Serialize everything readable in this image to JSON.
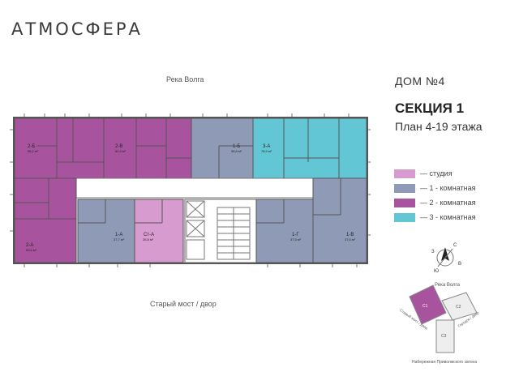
{
  "brand": {
    "logo": "АТМОСФЕРА"
  },
  "labels": {
    "river_top": "Река Волга",
    "bottom": "Старый мост / двор"
  },
  "header": {
    "house": "ДОМ №4",
    "section": "СЕКЦИЯ 1",
    "plan": "План 4-19 этажа"
  },
  "legend": [
    {
      "label": "— студия",
      "color": "#d89bd0"
    },
    {
      "label": "— 1 - комнатная",
      "color": "#8f9bb6"
    },
    {
      "label": "— 2 - комнатная",
      "color": "#a8539e"
    },
    {
      "label": "— 3 - комнатная",
      "color": "#62c6d4"
    }
  ],
  "apartments": [
    {
      "type": "2-Б",
      "area": "56,2 м²"
    },
    {
      "type": "2-В",
      "area": "60,3 м²"
    },
    {
      "type": "1-Б",
      "area": "38,8 м²"
    },
    {
      "type": "3-А",
      "area": "78,9 м²"
    },
    {
      "type": "2-А",
      "area": "59,6 м²"
    },
    {
      "type": "1-А",
      "area": "37,7 м²"
    },
    {
      "type": "Ст-А",
      "area": "26,8 м²"
    },
    {
      "type": "1-Г",
      "area": "37,5 м²"
    },
    {
      "type": "1-В",
      "area": "37,6 м²"
    }
  ],
  "compass": {
    "n": "С",
    "s": "Ю",
    "e": "В",
    "w": "З"
  },
  "siteplan": {
    "river": "Река Волга",
    "left": "Старый мост / двор",
    "right": "Городок / двор",
    "bottom": "Набережная Приволжского затона",
    "blocks": [
      "С1",
      "С2",
      "С3"
    ]
  }
}
